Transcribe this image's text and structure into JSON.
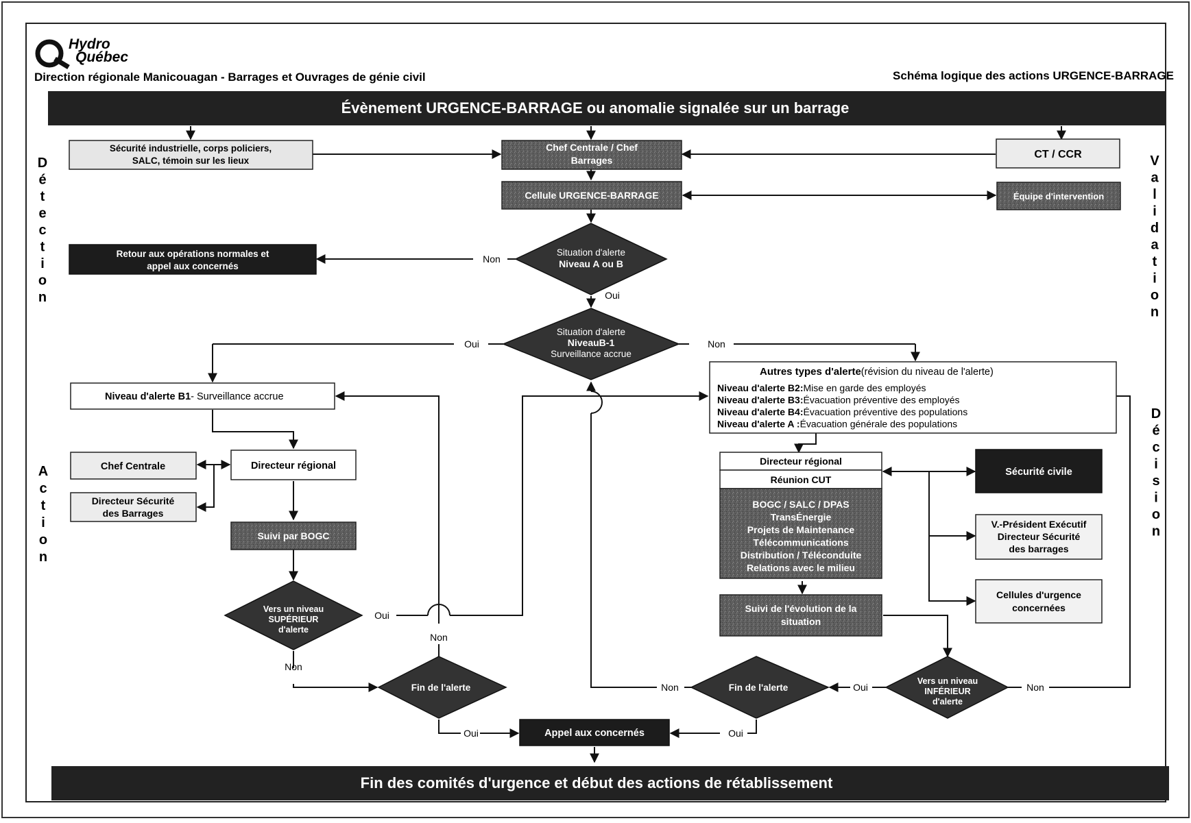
{
  "header": {
    "logo_line1": "Hydro",
    "logo_line2": "Québec",
    "org": "Direction régionale Manicouagan - Barrages et Ouvrages de génie civil",
    "doc_title": "Schéma logique des actions URGENCE-BARRAGE"
  },
  "banner_top": "Évènement URGENCE-BARRAGE ou anomalie signalée sur un barrage",
  "banner_bottom": "Fin des comités d'urgence et début des actions de rétablissement",
  "side_labels": {
    "detection": "Détection",
    "validation": "Validation",
    "action": "Action",
    "decision": "Décision"
  },
  "boxes": {
    "witnesses": [
      "Sécurité industrielle, corps policiers,",
      "SALC, témoin sur les lieux"
    ],
    "chef_centrale": [
      "Chef Centrale / Chef",
      "Barrages"
    ],
    "ct_ccr": "CT / CCR",
    "cellule": "Cellule URGENCE-BARRAGE",
    "equipe": "Équipe d'intervention",
    "retour": [
      "Retour aux opérations normales et",
      "appel aux concernés"
    ],
    "niveau_b1_bold": "Niveau d'alerte B1",
    "niveau_b1_rest": "- Surveillance accrue",
    "chef_centrale_action": "Chef  Centrale",
    "directeur_regional": "Directeur régional",
    "directeur_securite": [
      "Directeur Sécurité",
      "des Barrages"
    ],
    "suivi_bogc": "Suivi par BOGC",
    "autres_title_bold": "Autres types d'alerte",
    "autres_title_rest": "(révision du niveau de l'alerte)",
    "autres_lines": [
      {
        "bold": "Niveau d'alerte B2:",
        "text": "Mise en garde des employés"
      },
      {
        "bold": "Niveau d'alerte B3:",
        "text": "Évacuation préventive des employés"
      },
      {
        "bold": "Niveau d'alerte B4:",
        "text": "Évacuation préventive des populations"
      },
      {
        "bold": "Niveau d'alerte A  :",
        "text": "Évacuation générale des populations"
      }
    ],
    "dir_reg_decision": "Directeur régional",
    "reunion_cut": "Réunion CUT",
    "bogc_list": [
      "BOGC / SALC / DPAS",
      "TransÉnergie",
      "Projets de Maintenance",
      "Télécommunications",
      "Distribution / Téléconduite",
      "Relations avec le milieu"
    ],
    "suivi_evolution": [
      "Suivi de l'évolution de la",
      "situation"
    ],
    "securite_civile": "Sécurité civile",
    "vp": [
      "V.-Président Exécutif",
      "Directeur Sécurité",
      "des barrages"
    ],
    "cellules_urgence": [
      "Cellules d'urgence",
      "concernées"
    ],
    "appel": "Appel aux concernés"
  },
  "diamonds": {
    "d1": [
      "Situation d'alerte",
      "Niveau A ou B"
    ],
    "d2": [
      "Situation d'alerte",
      "NiveauB-1",
      "Surveillance accrue"
    ],
    "sup": [
      "Vers un niveau",
      "SUPÉRIEUR",
      "d'alerte"
    ],
    "fin_left": "Fin de l'alerte",
    "fin_right": "Fin de l'alerte",
    "inf": [
      "Vers un niveau",
      "INFÉRIEUR",
      "d'alerte"
    ]
  },
  "edge_labels": {
    "non": "Non",
    "oui": "Oui"
  }
}
